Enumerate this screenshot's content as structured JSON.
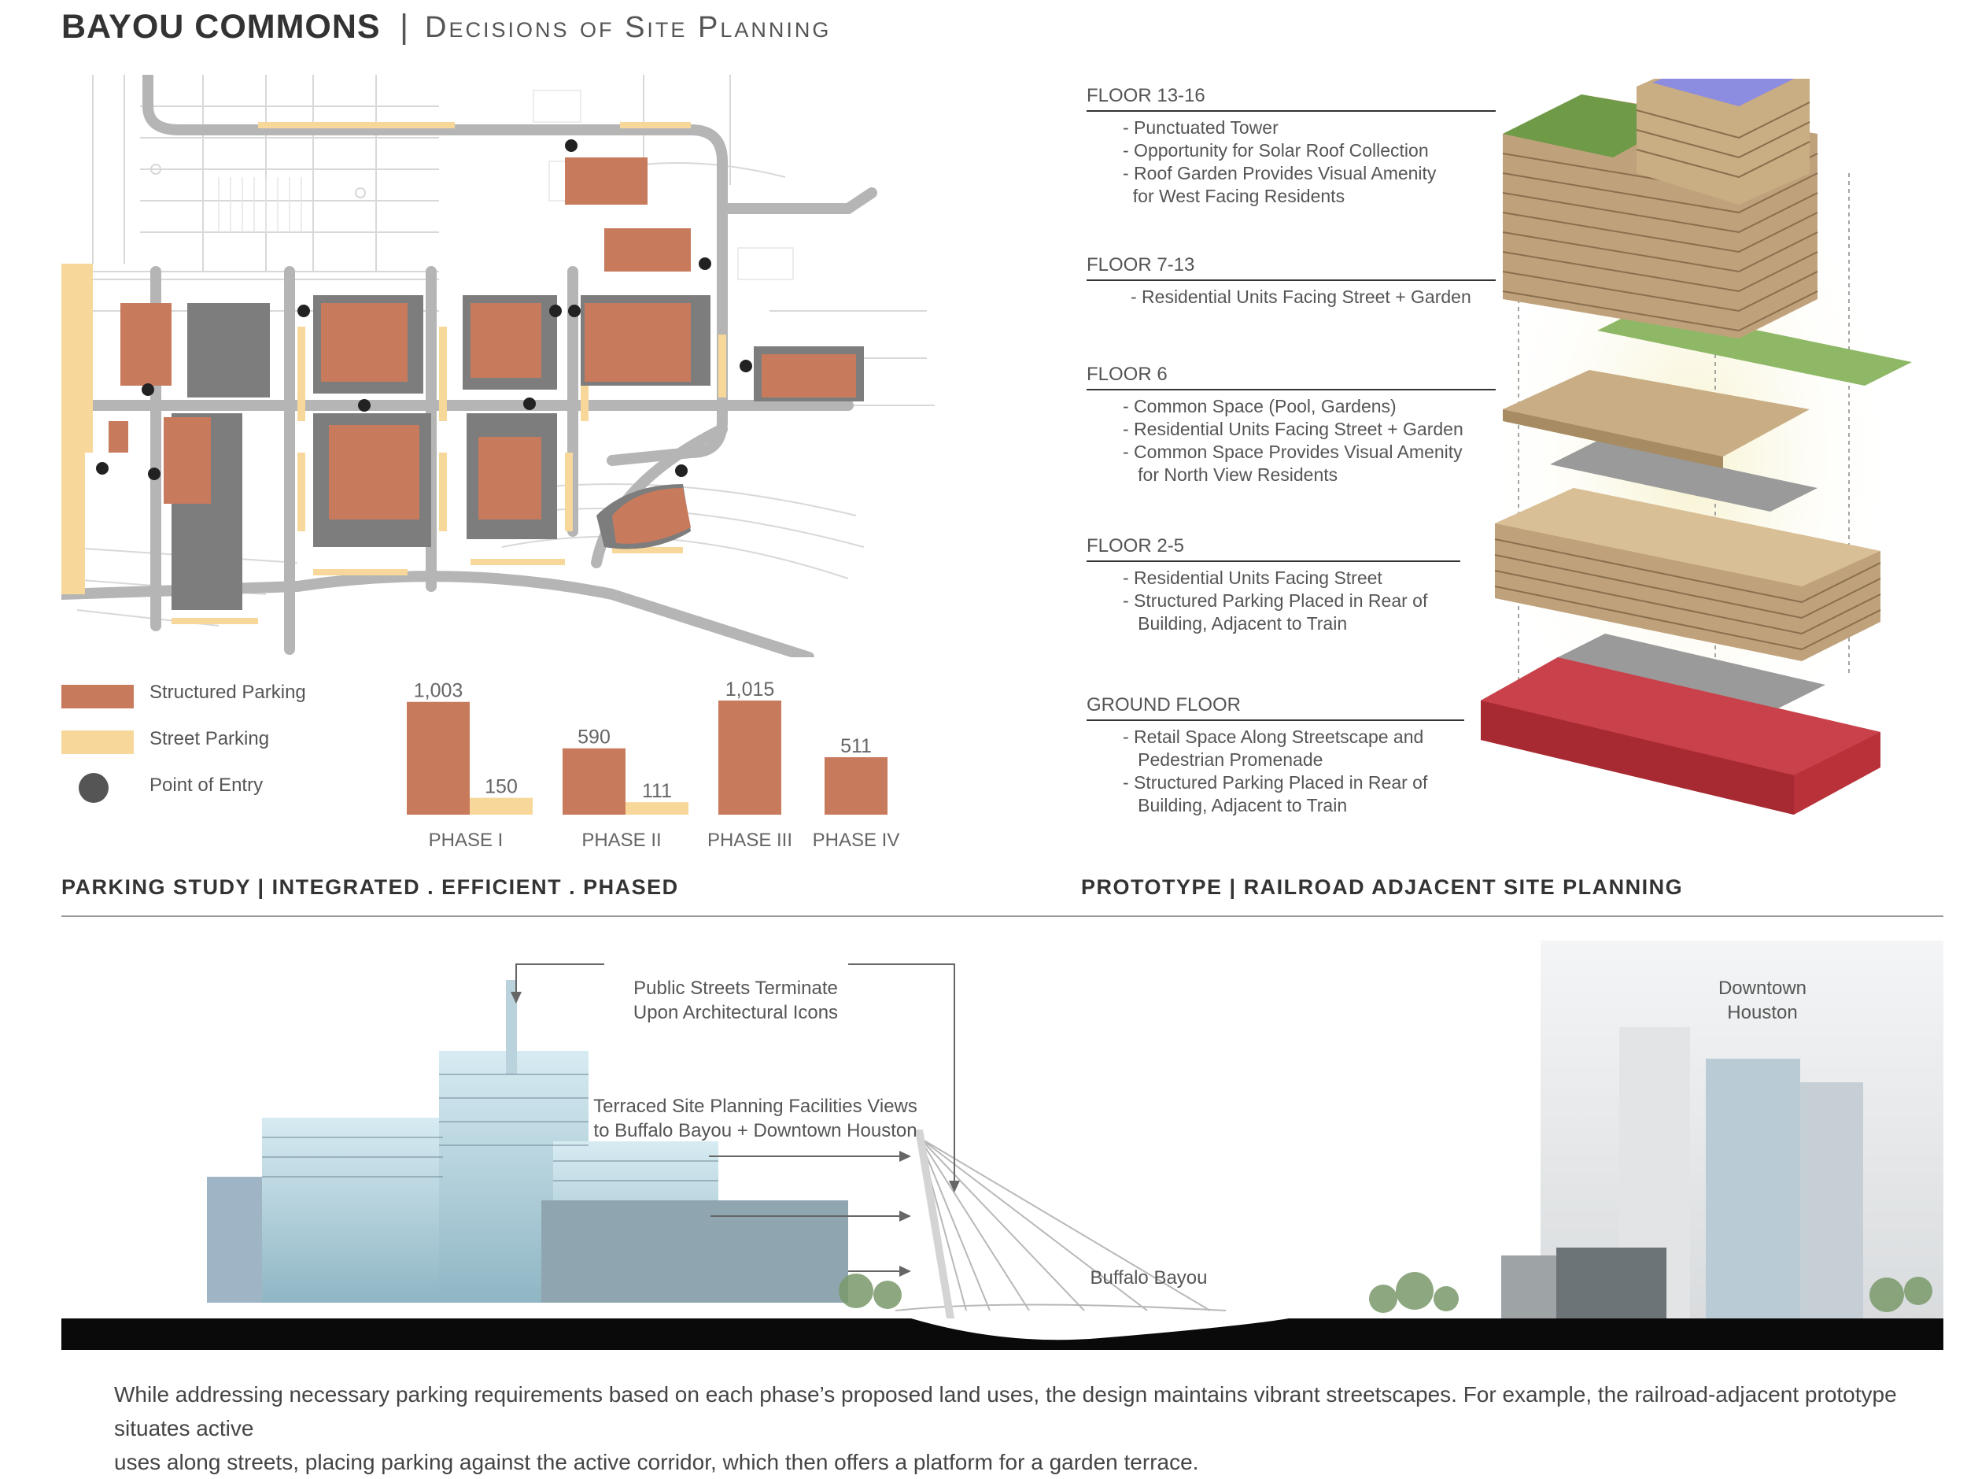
{
  "header": {
    "title": "BAYOU COMMONS",
    "separator": "|",
    "subtitle": "Decisions of Site Planning"
  },
  "legend": [
    {
      "label": "Structured Parking",
      "color": "#c87a5c"
    },
    {
      "label": "Street Parking",
      "color": "#f8d89a"
    },
    {
      "label": "Point of Entry",
      "color": "#555555"
    }
  ],
  "chart_data": {
    "type": "bar",
    "categories": [
      "PHASE I",
      "PHASE II",
      "PHASE III",
      "PHASE IV"
    ],
    "series": [
      {
        "name": "Structured Parking",
        "values": [
          1003,
          590,
          1015,
          511
        ],
        "color": "#c87a5c"
      },
      {
        "name": "Street Parking",
        "values": [
          150,
          111,
          null,
          null
        ],
        "color": "#f8d89a"
      }
    ],
    "value_labels": {
      "structured": [
        "1,003",
        "590",
        "1,015",
        "511"
      ],
      "street": [
        "150",
        "111",
        "",
        ""
      ]
    },
    "ylim": [
      0,
      1015
    ]
  },
  "sections": {
    "parking": "PARKING STUDY | INTEGRATED . EFFICIENT . PHASED",
    "prototype": "PROTOTYPE | RAILROAD ADJACENT SITE PLANNING"
  },
  "floors": [
    {
      "title": "FLOOR 13-16",
      "items": [
        "- Punctuated Tower",
        "- Opportunity for Solar Roof Collection",
        "- Roof Garden Provides Visual Amenity",
        "  for West Facing Residents"
      ]
    },
    {
      "title": "FLOOR 7-13",
      "items": [
        "- Residential Units Facing Street + Garden"
      ]
    },
    {
      "title": "FLOOR 6",
      "items": [
        "- Common Space (Pool, Gardens)",
        "- Residential Units Facing Street + Garden",
        "- Common Space Provides Visual Amenity",
        "   for North View Residents"
      ]
    },
    {
      "title": "FLOOR 2-5",
      "items": [
        "- Residential Units Facing Street",
        "- Structured Parking Placed in Rear of",
        "   Building, Adjacent to Train"
      ]
    },
    {
      "title": "GROUND FLOOR",
      "items": [
        "- Retail Space Along Streetscape and",
        "   Pedestrian Promenade",
        "- Structured Parking Placed in Rear of",
        "   Building, Adjacent to Train"
      ]
    }
  ],
  "section_callouts": {
    "streets": [
      "Public Streets Terminate",
      "Upon Architectural Icons"
    ],
    "terraced": [
      "Terraced Site Planning Facilities Views",
      "to Buffalo Bayou + Downtown Houston"
    ],
    "bayou": "Buffalo Bayou",
    "downtown": [
      "Downtown",
      "Houston"
    ]
  },
  "caption": [
    "While addressing necessary parking requirements based on each phase’s proposed land uses, the design maintains vibrant streetscapes. For example, the railroad-adjacent prototype situates active",
    "uses along streets, placing parking against the active corridor, which then offers a platform for a garden terrace."
  ]
}
